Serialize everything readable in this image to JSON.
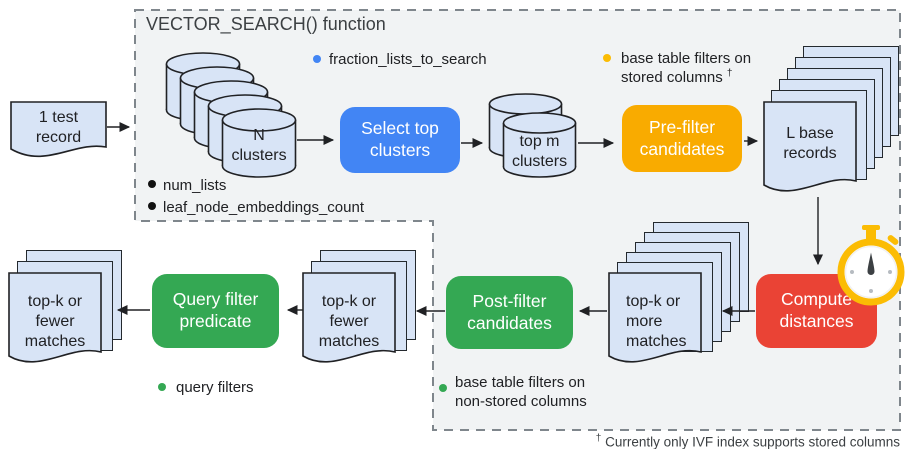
{
  "title": "VECTOR_SEARCH() function",
  "footnote": {
    "mark": "†",
    "text": "Currently only IVF index supports stored columns"
  },
  "colors": {
    "blue": "#4285f4",
    "yellow": "#f9ab00",
    "green": "#34a853",
    "red": "#ea4335",
    "doc_fill": "#d8e4f6",
    "region_fill": "#f1f3f4",
    "dash": "#7f868c",
    "outline": "#202124",
    "bullet_yellow": "#fbbc04"
  },
  "nodes": {
    "test_record": {
      "label": "1 test\nrecord"
    },
    "n_clusters": {
      "label": "N\nclusters"
    },
    "select_top_clusters": {
      "label": "Select top\nclusters"
    },
    "top_m_clusters": {
      "label": "top m\nclusters"
    },
    "pre_filter": {
      "label": "Pre-filter\ncandidates"
    },
    "l_base_records": {
      "label": "L base\nrecords"
    },
    "compute_distances": {
      "label": "Compute\ndistances"
    },
    "top_k_more": {
      "label": "top-k or\nmore\nmatches"
    },
    "post_filter": {
      "label": "Post-filter\ncandidates"
    },
    "top_k_fewer_mid": {
      "label": "top-k or\nfewer\nmatches"
    },
    "query_filter": {
      "label": "Query filter\npredicate"
    },
    "top_k_fewer_out": {
      "label": "top-k or\nfewer\nmatches"
    }
  },
  "bullets": {
    "fraction_lists": {
      "label": "fraction_lists_to_search"
    },
    "stored_filters": {
      "line1": "base table filters on",
      "line2": "stored columns",
      "mark": "†"
    },
    "num_lists": {
      "label": "num_lists"
    },
    "leaf_node": {
      "label": "leaf_node_embeddings_count"
    },
    "query_filters": {
      "label": "query filters"
    },
    "non_stored_filters": {
      "line1": "base table filters on",
      "line2": "non-stored columns"
    }
  }
}
